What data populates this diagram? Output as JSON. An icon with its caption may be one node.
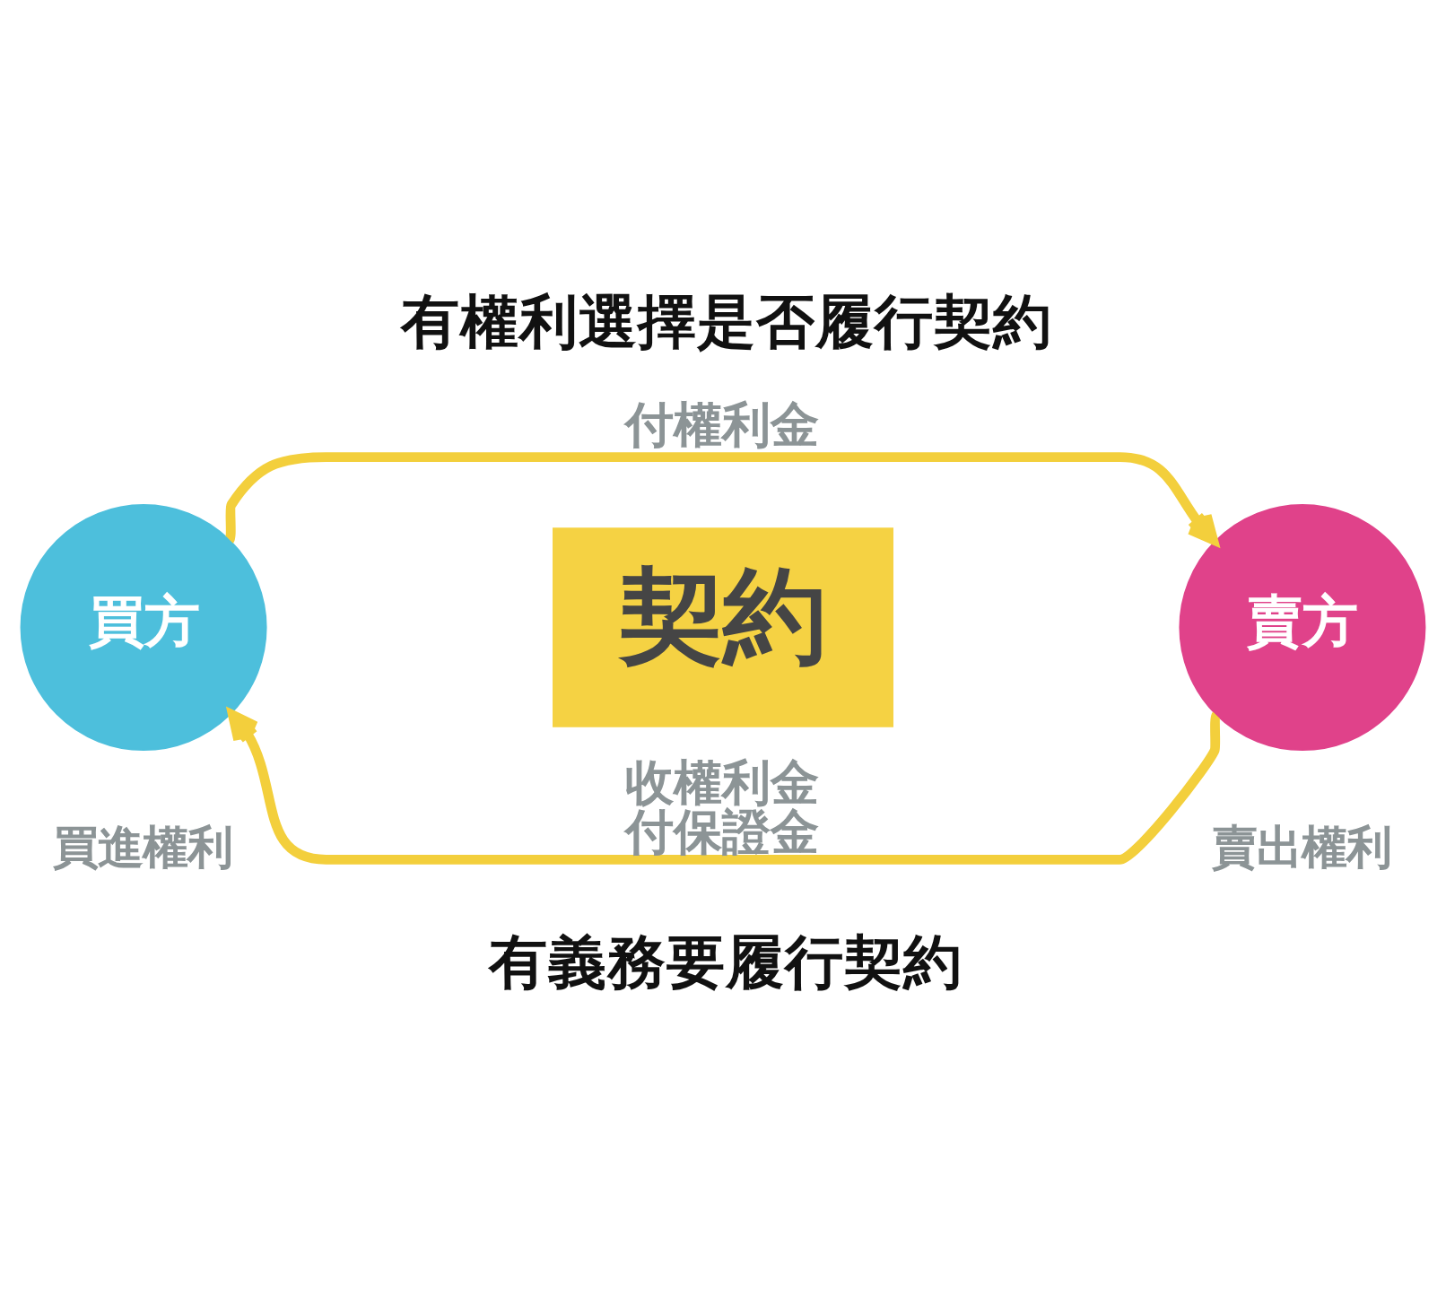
{
  "diagram": {
    "nodes": [
      {
        "text": [
          "買方"
        ],
        "beside": [
          "買進權利"
        ]
      },
      {
        "text": [
          "契約"
        ]
      },
      {
        "text": [
          "賣方"
        ],
        "beside": [
          "賣出權利"
        ]
      }
    ],
    "edges": [
      {
        "from": 0,
        "to": 2,
        "arrow": "to",
        "label": "付權利金"
      },
      {
        "from": 2,
        "to": 0,
        "arrow": "to",
        "label": "收權利金付保證金"
      }
    ],
    "labels": [
      "有權利選擇是否履行契約",
      "有義務要履行契約"
    ]
  }
}
